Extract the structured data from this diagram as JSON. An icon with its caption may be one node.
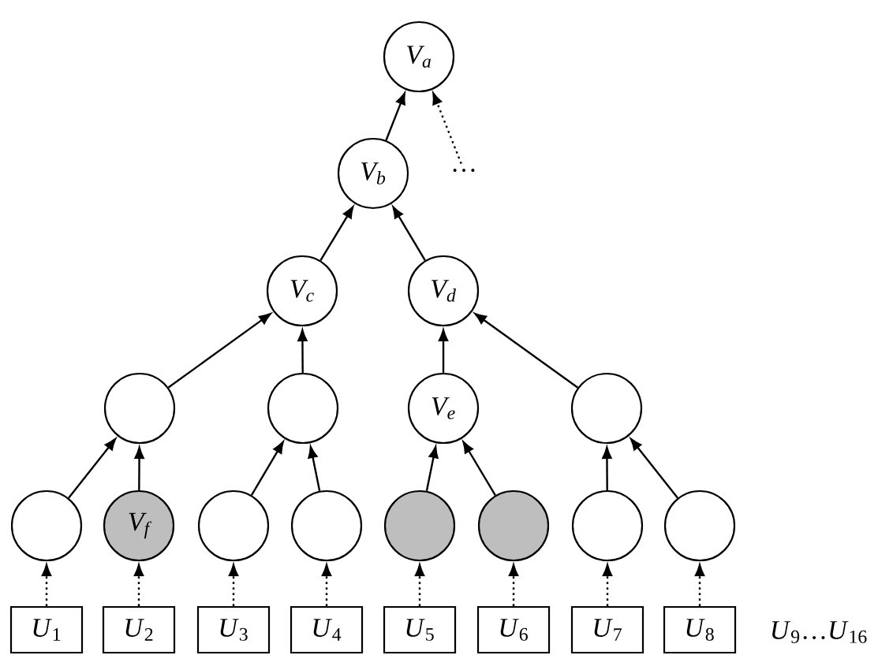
{
  "diagram": {
    "nodes": [
      {
        "text": [
          "V$_{a}$"
        ]
      },
      {
        "text": [
          "V$_{b}$"
        ]
      },
      {
        "text": [
          "…"
        ]
      },
      {
        "text": [
          "V$_{c}$"
        ]
      },
      {
        "text": [
          "V$_{d}$"
        ]
      },
      {
        "text": [],
        "shape": "circle"
      },
      {
        "text": [],
        "shape": "circle"
      },
      {
        "text": [
          "V$_{e}$"
        ]
      },
      {
        "text": [],
        "shape": "circle"
      },
      {
        "text": [],
        "shape": "circle"
      },
      {
        "text": [
          "V$_{f}$"
        ]
      },
      {
        "text": [],
        "shape": "circle"
      },
      {
        "text": [],
        "shape": "circle"
      },
      {
        "text": [],
        "shape": "circle"
      },
      {
        "text": [],
        "shape": "circle"
      },
      {
        "text": [],
        "shape": "circle"
      },
      {
        "text": [],
        "shape": "circle"
      },
      {
        "text": [
          "*U*$_{1}$"
        ]
      },
      {
        "text": [
          "*U*$_{2}$"
        ]
      },
      {
        "text": [
          "*U*$_{3}$"
        ]
      },
      {
        "text": [
          "*U*$_{4}$"
        ]
      },
      {
        "text": [
          "*U*$_{5}$"
        ]
      },
      {
        "text": [
          "*U*$_{6}$"
        ]
      },
      {
        "text": [
          "*U*$_{7}$"
        ]
      },
      {
        "text": [
          "*U*$_{8}$"
        ]
      }
    ],
    "edges": [
      {
        "from": 1,
        "to": 0,
        "arrow": "to"
      },
      {
        "from": 2,
        "to": 0,
        "arrow": "to",
        "style": "dashed"
      },
      {
        "from": 3,
        "to": 1,
        "arrow": "to"
      },
      {
        "from": 4,
        "to": 1,
        "arrow": "to"
      },
      {
        "from": 5,
        "to": 3,
        "arrow": "to"
      },
      {
        "from": 6,
        "to": 3,
        "arrow": "to"
      },
      {
        "from": 7,
        "to": 4,
        "arrow": "to"
      },
      {
        "from": 8,
        "to": 4,
        "arrow": "to"
      },
      {
        "from": 9,
        "to": 5,
        "arrow": "to"
      },
      {
        "from": 10,
        "to": 5,
        "arrow": "to"
      },
      {
        "from": 11,
        "to": 6,
        "arrow": "to"
      },
      {
        "from": 12,
        "to": 6,
        "arrow": "to"
      },
      {
        "from": 13,
        "to": 7,
        "arrow": "to"
      },
      {
        "from": 14,
        "to": 7,
        "arrow": "to"
      },
      {
        "from": 15,
        "to": 8,
        "arrow": "to"
      },
      {
        "from": 16,
        "to": 8,
        "arrow": "to"
      },
      {
        "from": 17,
        "to": 9,
        "arrow": "to",
        "style": "dashed"
      },
      {
        "from": 18,
        "to": 10,
        "arrow": "to",
        "style": "dashed"
      },
      {
        "from": 19,
        "to": 11,
        "arrow": "to",
        "style": "dashed"
      },
      {
        "from": 20,
        "to": 12,
        "arrow": "to",
        "style": "dashed"
      },
      {
        "from": 21,
        "to": 13,
        "arrow": "to",
        "style": "dashed"
      },
      {
        "from": 22,
        "to": 14,
        "arrow": "to",
        "style": "dashed"
      },
      {
        "from": 23,
        "to": 15,
        "arrow": "to",
        "style": "dashed"
      },
      {
        "from": 24,
        "to": 16,
        "arrow": "to",
        "style": "dashed"
      }
    ],
    "labels": [
      "*U*$_{9}$…*U*$_{16}$"
    ]
  }
}
